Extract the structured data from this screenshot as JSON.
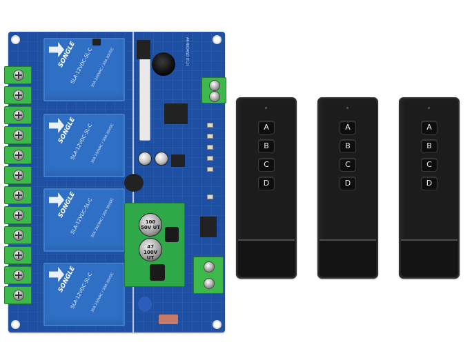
{
  "pcb": {
    "relays": [
      {
        "brand": "SONGLE",
        "model": "SLA-12VDC-SL-C",
        "spec": "30A 250VAC / 30A 30VDC"
      },
      {
        "brand": "SONGLE",
        "model": "SLA-12VDC-SL-C",
        "spec": "30A 250VAC / 30A 30VDC"
      },
      {
        "brand": "SONGLE",
        "model": "SLA-12VDC-SL-C",
        "spec": "30A 250VAC / 30A 30VDC"
      },
      {
        "brand": "SONGLE",
        "model": "SLA-12VDC-SL-C",
        "spec": "30A 250VAC / 30A 30VDC"
      }
    ],
    "capacitor_1": "100 50V UT",
    "capacitor_2": "47 100V UT",
    "silkscreen_top": "AK-RK04SD V1.0"
  },
  "remotes": [
    {
      "buttons": [
        "A",
        "B",
        "C",
        "D"
      ]
    },
    {
      "buttons": [
        "A",
        "B",
        "C",
        "D"
      ]
    },
    {
      "buttons": [
        "A",
        "B",
        "C",
        "D"
      ]
    }
  ],
  "colors": {
    "pcb": "#1d4fa3",
    "relay": "#2f6fc4",
    "terminal": "#3cb94a",
    "remote": "#1c1c1c"
  }
}
